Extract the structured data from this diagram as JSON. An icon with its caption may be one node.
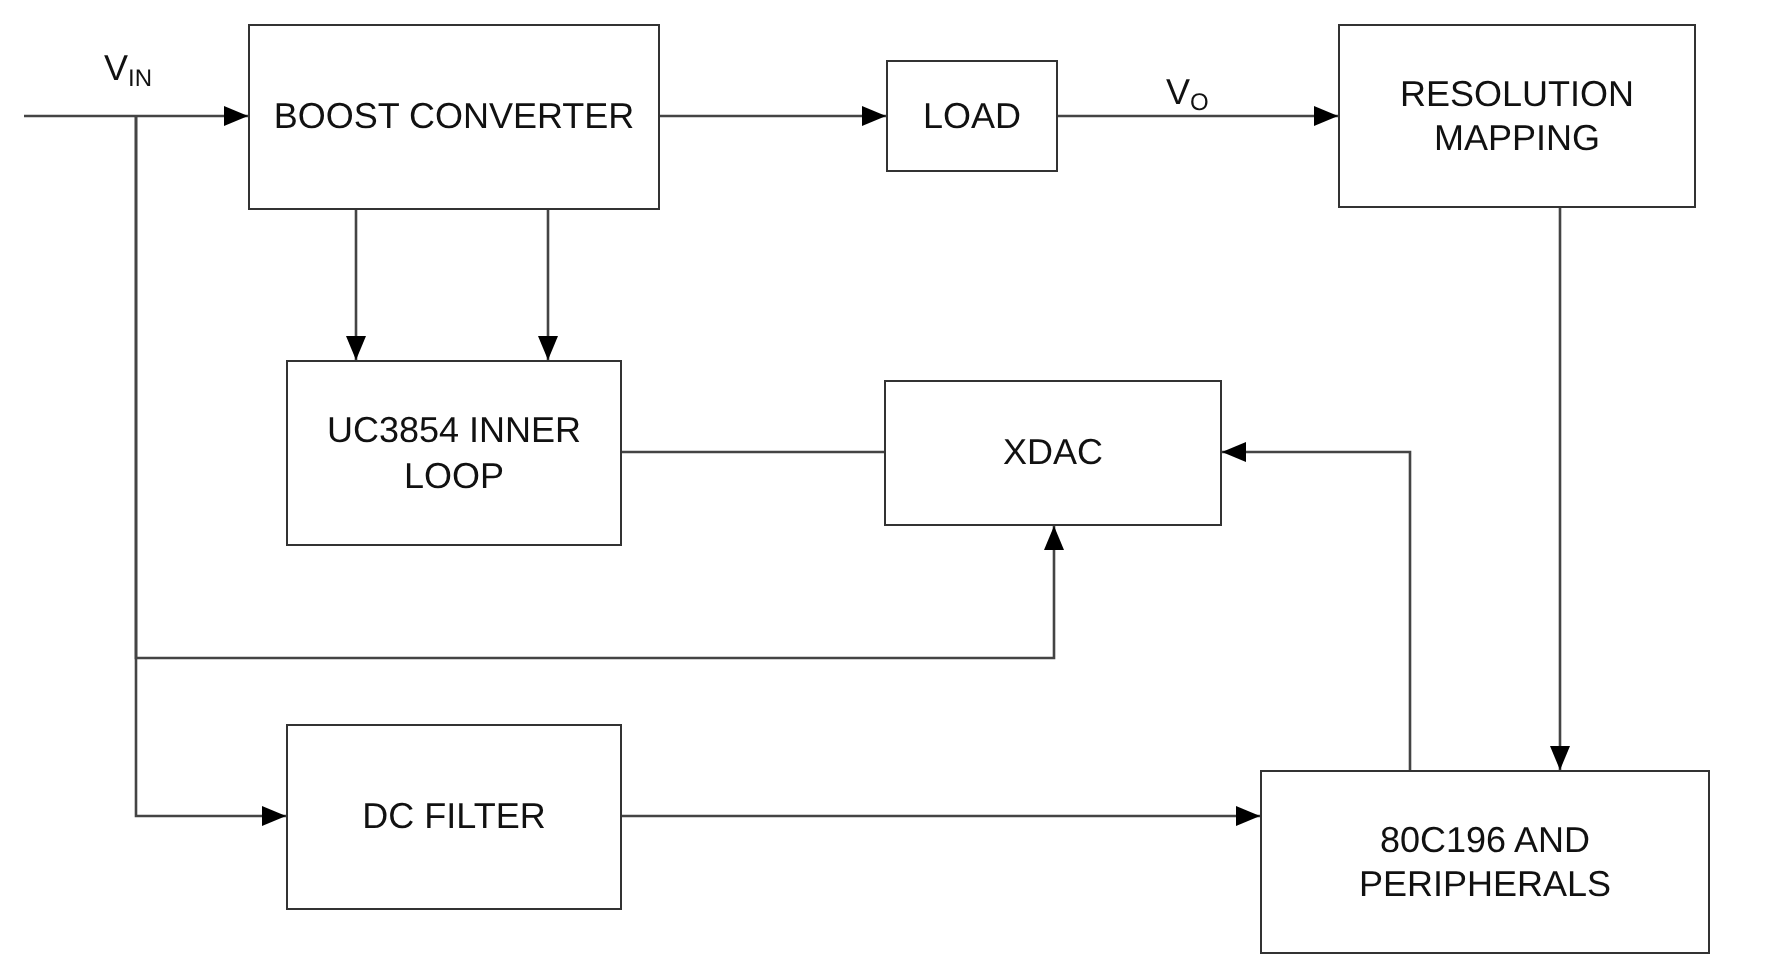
{
  "diagram": {
    "nodes": [
      {
        "text": [
          "BOOST CONVERTER"
        ]
      },
      {
        "text": [
          "LOAD"
        ]
      },
      {
        "text": [
          "RESOLUTION MAPPING"
        ]
      },
      {
        "text": [
          "UC3854 INNER LOOP"
        ]
      },
      {
        "text": [
          "XDAC"
        ]
      },
      {
        "text": [
          "DC FILTER"
        ]
      },
      {
        "text": [
          "80C196 AND PERIPHERALS"
        ]
      }
    ],
    "edges": [
      {
        "from": null,
        "to": 0,
        "arrow": "to",
        "label": "V$_{IN}$"
      },
      {
        "from": 0,
        "to": 1,
        "arrow": "to"
      },
      {
        "from": 1,
        "to": 2,
        "arrow": "to",
        "label": "V$_{O}$"
      },
      {
        "from": 0,
        "to": 3,
        "arrow": "to"
      },
      {
        "from": 0,
        "to": 3,
        "arrow": "to"
      },
      {
        "from": 3,
        "to": 4,
        "arrow": "none"
      },
      {
        "from": 2,
        "to": 6,
        "arrow": "to"
      },
      {
        "from": 6,
        "to": 4,
        "arrow": "to"
      },
      {
        "from": null,
        "to": 4,
        "arrow": "to"
      },
      {
        "from": null,
        "to": 5,
        "arrow": "to"
      },
      {
        "from": 5,
        "to": 6,
        "arrow": "to"
      }
    ]
  }
}
